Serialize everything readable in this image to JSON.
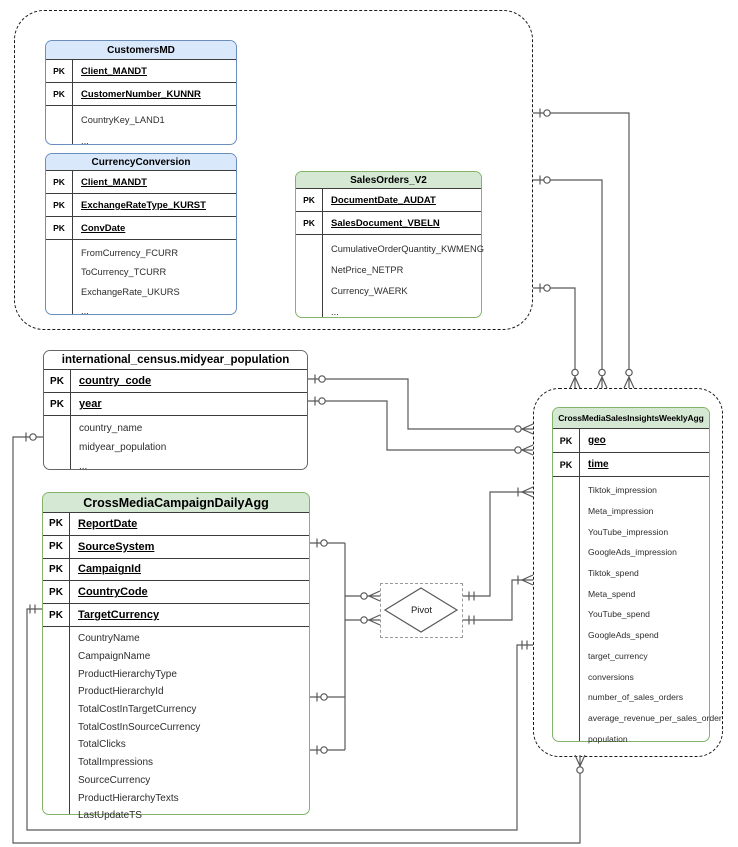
{
  "diagram": {
    "pk_label": "PK",
    "pivot_label": "Pivot",
    "tables": [
      {
        "name": "CustomersMD",
        "theme": "blue",
        "pk": [
          "Client_MANDT",
          "CustomerNumber_KUNNR"
        ],
        "columns": [
          "CountryKey_LAND1",
          "..."
        ]
      },
      {
        "name": "CurrencyConversion",
        "theme": "blue",
        "pk": [
          "Client_MANDT",
          "ExchangeRateType_KURST",
          "ConvDate"
        ],
        "columns": [
          "FromCurrency_FCURR",
          "ToCurrency_TCURR",
          "ExchangeRate_UKURS",
          "..."
        ]
      },
      {
        "name": "SalesOrders_V2",
        "theme": "green",
        "pk": [
          "DocumentDate_AUDAT",
          "SalesDocument_VBELN"
        ],
        "columns": [
          "CumulativeOrderQuantity_KWMENG",
          "NetPrice_NETPR",
          "Currency_WAERK",
          "..."
        ]
      },
      {
        "name": "international_census.midyear_population",
        "theme": "plain",
        "pk": [
          "country_code",
          "year"
        ],
        "columns": [
          "country_name",
          "midyear_population",
          "..."
        ]
      },
      {
        "name": "CrossMediaCampaignDailyAgg",
        "theme": "green",
        "pk": [
          "ReportDate",
          "SourceSystem",
          "CampaignId",
          "CountryCode",
          "TargetCurrency"
        ],
        "columns": [
          "CountryName",
          "CampaignName",
          "ProductHierarchyType",
          "ProductHierarchyId",
          "TotalCostInTargetCurrency",
          "TotalCostInSourceCurrency",
          "TotalClicks",
          "TotalImpressions",
          "SourceCurrency",
          "ProductHierarchyTexts",
          "LastUpdateTS"
        ]
      },
      {
        "name": "CrossMediaSalesInsightsWeeklyAgg",
        "theme": "green",
        "pk": [
          "geo",
          "time"
        ],
        "columns": [
          "Tiktok_impression",
          "Meta_impression",
          "YouTube_impression",
          "GoogleAds_impression",
          "Tiktok_spend",
          "Meta_spend",
          "YouTube_spend",
          "GoogleAds_spend",
          "target_currency",
          "conversions",
          "number_of_sales_orders",
          "average_revenue_per_sales_order",
          "population"
        ]
      }
    ],
    "colors": {
      "blue_header": "#dae8fc",
      "blue_border": "#6c8ebf",
      "green_header": "#d5e8d4",
      "green_border": "#82b366",
      "plain_border": "#666666",
      "container_border": "#1a1a1a",
      "pivot_border": "#9a9a9a",
      "line": "#595959"
    }
  }
}
